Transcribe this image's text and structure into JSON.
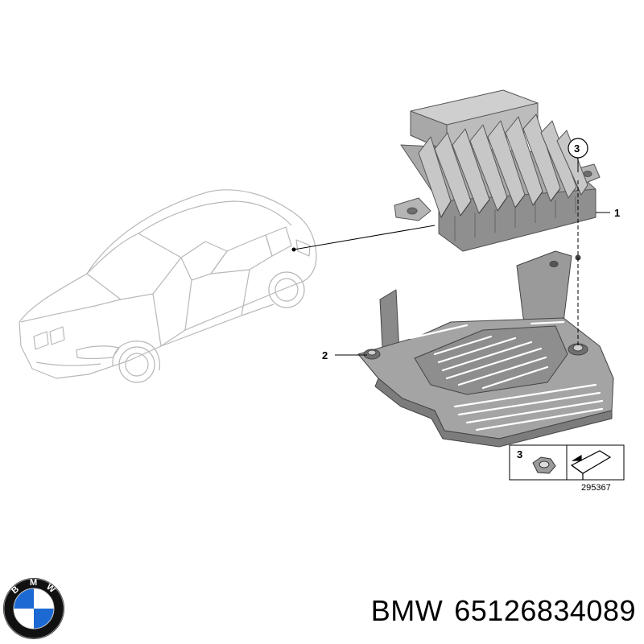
{
  "diagram": {
    "callouts": {
      "amplifier": "1",
      "bracket": "2",
      "nut": "3"
    },
    "legend": {
      "nut_number": "3",
      "reference_number": "295367"
    }
  },
  "footer": {
    "brand": "BMW",
    "part_number": "65126834089"
  },
  "logo": {
    "letters": [
      "B",
      "M",
      "W"
    ],
    "colors": {
      "blue": "#1c69d4",
      "white": "#ffffff",
      "ring": "#111111"
    }
  }
}
